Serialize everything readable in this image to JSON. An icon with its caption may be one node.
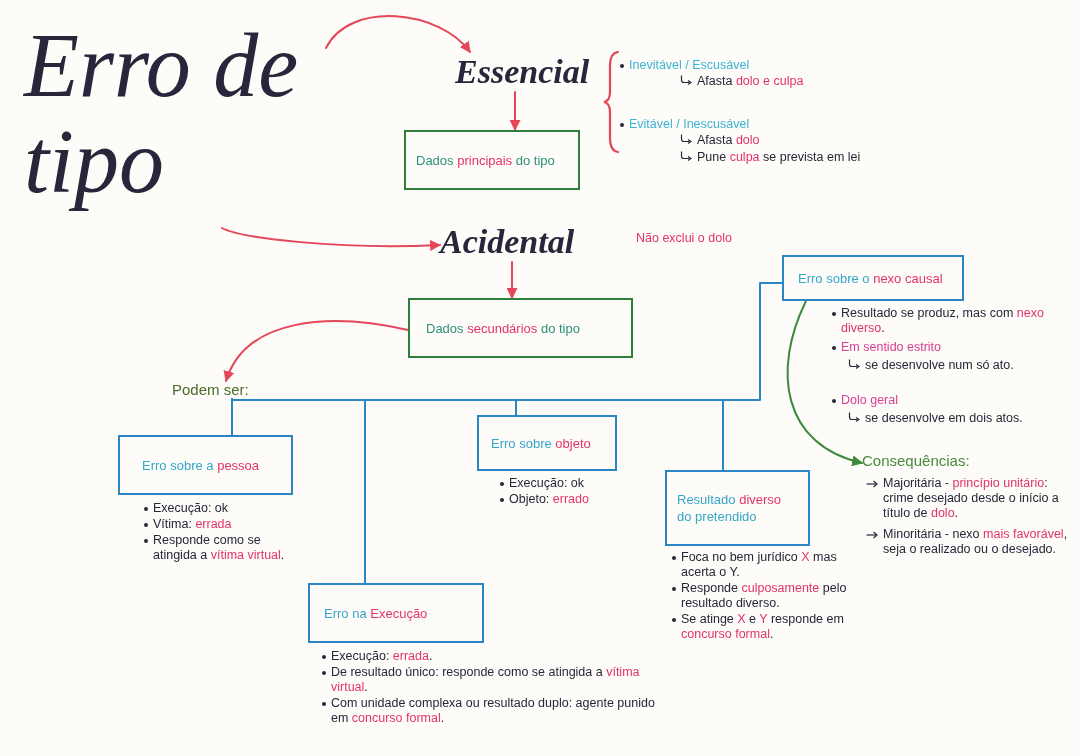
{
  "diagram": {
    "nodes": [
      {
        "text": [
          "Erro de tipo"
        ]
      },
      {
        "text": [
          "Essencial"
        ]
      },
      {
        "text": [
          "Dados **principais** do tipo"
        ]
      },
      {
        "text": [
          "Acidental"
        ]
      },
      {
        "text": [
          "Dados **secundários** do tipo"
        ]
      },
      {
        "text": [
          "Podem ser:"
        ]
      },
      {
        "text": [
          "Erro sobre a **pessoa**"
        ],
        "beside": [
          "Execução: ok",
          "Vítima: **errada**",
          "Responde como se atingida a **vítima virtual**."
        ]
      },
      {
        "text": [
          "Erro na **Execução**"
        ],
        "beside": [
          "Execução: **errada**.",
          "De resultado único: responde como se atingida a **vítima virtual**.",
          "Com unidade complexa ou resultado duplo: agente punido em **concurso formal**."
        ]
      },
      {
        "text": [
          "Erro sobre **objeto**"
        ],
        "beside": [
          "Execução: ok",
          "Objeto: **errado**"
        ]
      },
      {
        "text": [
          "Resultado **diverso** do pretendido"
        ],
        "beside": [
          "Foca no bem jurídico **X** mas acerta o Y.",
          "Responde **culposamente** pelo resultado diverso.",
          "Se atinge **X** e **Y** responde em **concurso formal**."
        ]
      },
      {
        "text": [
          "Erro sobre o **nexo causal**"
        ],
        "beside": [
          "Resultado se produz, mas com **nexo diverso**.",
          "Em sentido estrito",
          "se desenvolve num só ato.",
          "Dolo geral",
          "se desenvolve em dois atos."
        ]
      },
      {
        "text": [
          "Consequências:"
        ],
        "beside": [
          "Majoritária - **princípio unitário**: crime desejado desde o início a título de **dolo**.",
          "Minoritária - nexo **mais favorável**, seja o realizado ou o desejado."
        ]
      }
    ],
    "edges": [
      {
        "from": 0,
        "to": 1,
        "arrow": "to"
      },
      {
        "from": 0,
        "to": 3,
        "arrow": "to"
      },
      {
        "from": 1,
        "to": 2,
        "arrow": "to"
      },
      {
        "from": 3,
        "to": 4,
        "arrow": "to"
      },
      {
        "from": 4,
        "to": 5,
        "arrow": "to"
      },
      {
        "from": 5,
        "to": 6,
        "arrow": "none",
        "color": "#2b86c5"
      },
      {
        "from": 5,
        "to": 7,
        "arrow": "none",
        "color": "#2b86c5"
      },
      {
        "from": 5,
        "to": 8,
        "arrow": "none",
        "color": "#2b86c5"
      },
      {
        "from": 5,
        "to": 9,
        "arrow": "none",
        "color": "#2b86c5"
      },
      {
        "from": 5,
        "to": 10,
        "arrow": "none",
        "color": "#2b86c5"
      },
      {
        "from": 10,
        "to": 11,
        "arrow": "to",
        "color": "#3d8a3a"
      }
    ],
    "labels": [
      "Inevitável / Escusável",
      "Afasta **dolo e culpa**",
      "Evitável / Inescusável",
      "Afasta **dolo**",
      "Pune **culpa** se prevista em lei",
      "Não exclui o dolo"
    ]
  }
}
